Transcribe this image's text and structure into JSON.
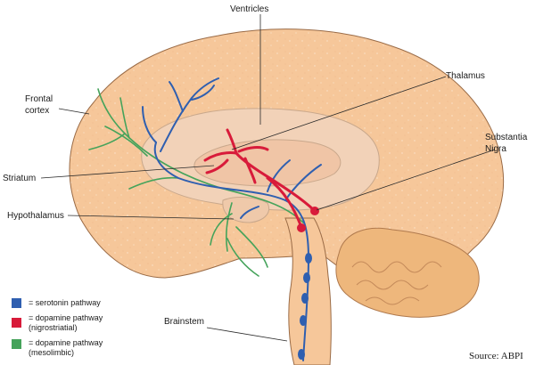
{
  "labels": {
    "ventricles": "Ventricles",
    "thalamus": "Thalamus",
    "frontal_cortex_line1": "Frontal",
    "frontal_cortex_line2": "cortex",
    "substantia_nigra_line1": "Substantia",
    "substantia_nigra_line2": "Nigra",
    "striatum": "Striatum",
    "hypothalamus": "Hypothalamus",
    "brainstem": "Brainstem"
  },
  "legend": [
    {
      "color": "#2f5fb0",
      "line1": "= serotonin pathway",
      "line2": ""
    },
    {
      "color": "#d81b3a",
      "line1": "= dopamine pathway",
      "line2": "(nigrostriatial)"
    },
    {
      "color": "#45a35b",
      "line1": "= dopamine pathway",
      "line2": "(mesolimbic)"
    }
  ],
  "source": "Source: ABPI",
  "colors": {
    "brain_fill": "#f6c79a",
    "inner_fill": "#f2d2b8",
    "serotonin": "#2f5fb0",
    "dopamine_nigro": "#d81b3a",
    "dopamine_meso": "#45a35b"
  }
}
